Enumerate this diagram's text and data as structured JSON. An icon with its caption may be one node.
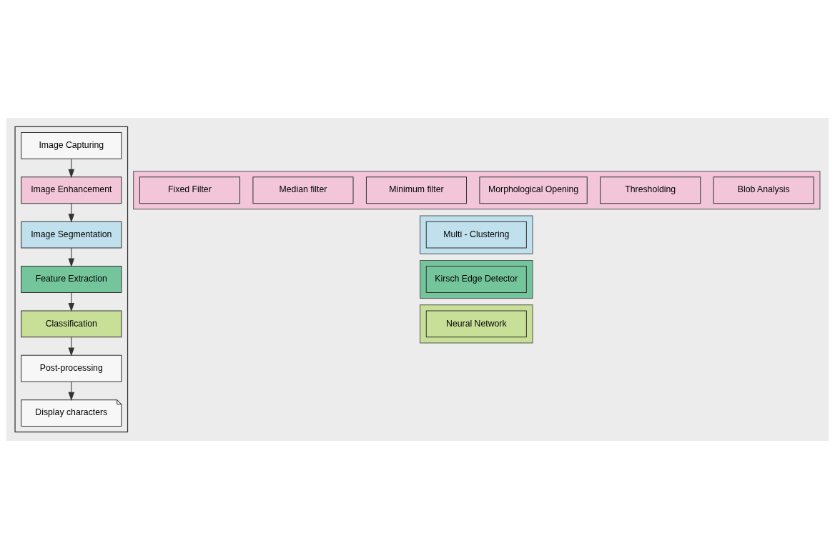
{
  "diagram": {
    "nodes": [
      {
        "text": [],
        "shape": "box"
      },
      {
        "text": [
          "Image Capturing"
        ],
        "in": 0
      },
      {
        "text": [],
        "shape": "band"
      },
      {
        "text": [
          "Image Enhancement"
        ],
        "in": 0
      },
      {
        "text": [
          "Fixed Filter"
        ],
        "in": 2
      },
      {
        "text": [
          "Median filter"
        ],
        "in": 2
      },
      {
        "text": [
          "Minimum filter"
        ],
        "in": 2
      },
      {
        "text": [
          "Morphological Opening"
        ],
        "in": 2
      },
      {
        "text": [
          "Thresholding"
        ],
        "in": 2
      },
      {
        "text": [
          "Blob Analysis"
        ],
        "in": 2
      },
      {
        "text": [],
        "shape": "band"
      },
      {
        "text": [
          "Image Segmentation"
        ],
        "in": 0
      },
      {
        "text": [
          "Multi - Clustering"
        ],
        "in": 10
      },
      {
        "text": [],
        "shape": "band"
      },
      {
        "text": [
          "Feature Extraction"
        ],
        "in": 0
      },
      {
        "text": [
          "Kirsch Edge Detector"
        ],
        "in": 13
      },
      {
        "text": [],
        "shape": "band"
      },
      {
        "text": [
          "Classification"
        ],
        "in": 0
      },
      {
        "text": [
          "Neural Network"
        ],
        "in": 16
      },
      {
        "text": [
          "Post-processing"
        ],
        "in": 0
      },
      {
        "text": [
          "Display characters"
        ],
        "in": 0
      }
    ],
    "edges": [
      {
        "from": 1,
        "to": 3,
        "arrow": "to"
      },
      {
        "from": 3,
        "to": 11,
        "arrow": "to"
      },
      {
        "from": 11,
        "to": 14,
        "arrow": "to"
      },
      {
        "from": 14,
        "to": 17,
        "arrow": "to"
      },
      {
        "from": 17,
        "to": 19,
        "arrow": "to"
      },
      {
        "from": 19,
        "to": 20,
        "arrow": "to"
      }
    ]
  }
}
